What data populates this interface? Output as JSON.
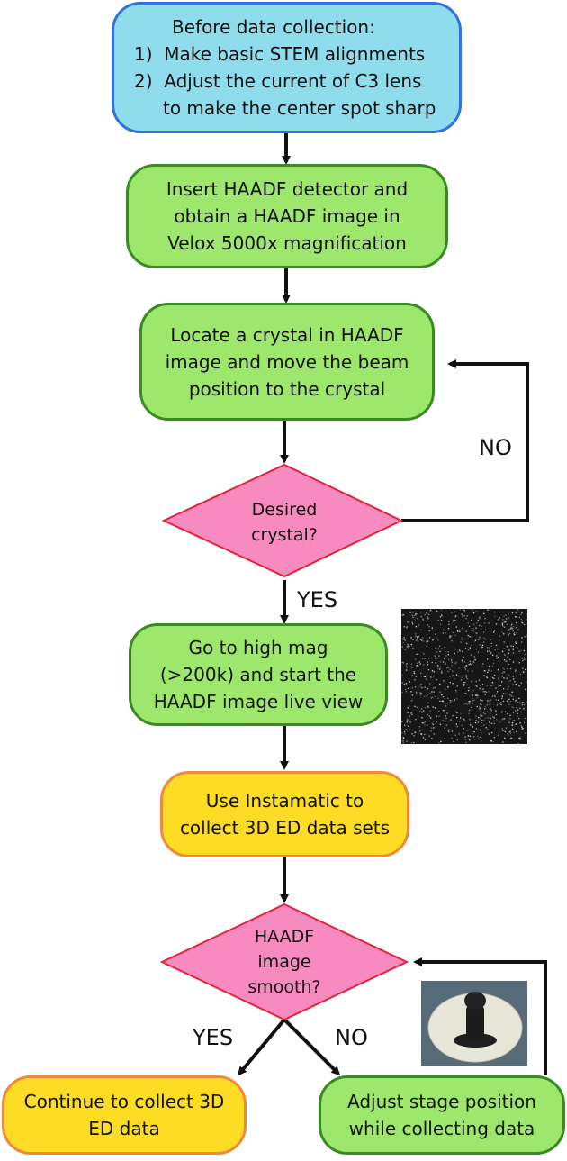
{
  "steps": {
    "prep": {
      "title": "Before data collection:",
      "items": [
        "Make basic STEM alignments",
        "Adjust the current of C3 lens",
        "to make the center spot sharp"
      ],
      "numbers": [
        "1)",
        "2)"
      ]
    },
    "haadf": [
      "Insert HAADF detector and",
      "obtain a HAADF image in",
      "Velox 5000x magnification"
    ],
    "locate": [
      "Locate a crystal in HAADF",
      "image and move the beam",
      "position to the crystal"
    ],
    "desired": [
      "Desired",
      "crystal?"
    ],
    "highmag": [
      "Go to high mag",
      "(>200k) and start the",
      "HAADF image live view"
    ],
    "instamatic": [
      "Use Instamatic to",
      "collect 3D ED data sets"
    ],
    "smooth": [
      "HAADF",
      "image",
      "smooth?"
    ],
    "continue": [
      "Continue to collect 3D",
      "ED data"
    ],
    "adjust": [
      "Adjust stage position",
      "while collecting data"
    ]
  },
  "labels": {
    "no1": "NO",
    "yes1": "YES",
    "yes2": "YES",
    "no2": "NO"
  },
  "colors": {
    "green_fill": "#9de86c",
    "green_border": "#3a8a24",
    "blue_fill": "#8fdcec",
    "blue_border": "#2f72e0",
    "yellow_fill": "#fddc25",
    "yellow_border": "#f08a3a",
    "diamond_fill": "#f78bbf",
    "diamond_border": "#e2233b"
  },
  "images": {
    "noise": "haadf-noise-image",
    "photo": "sample-holder-photo"
  }
}
